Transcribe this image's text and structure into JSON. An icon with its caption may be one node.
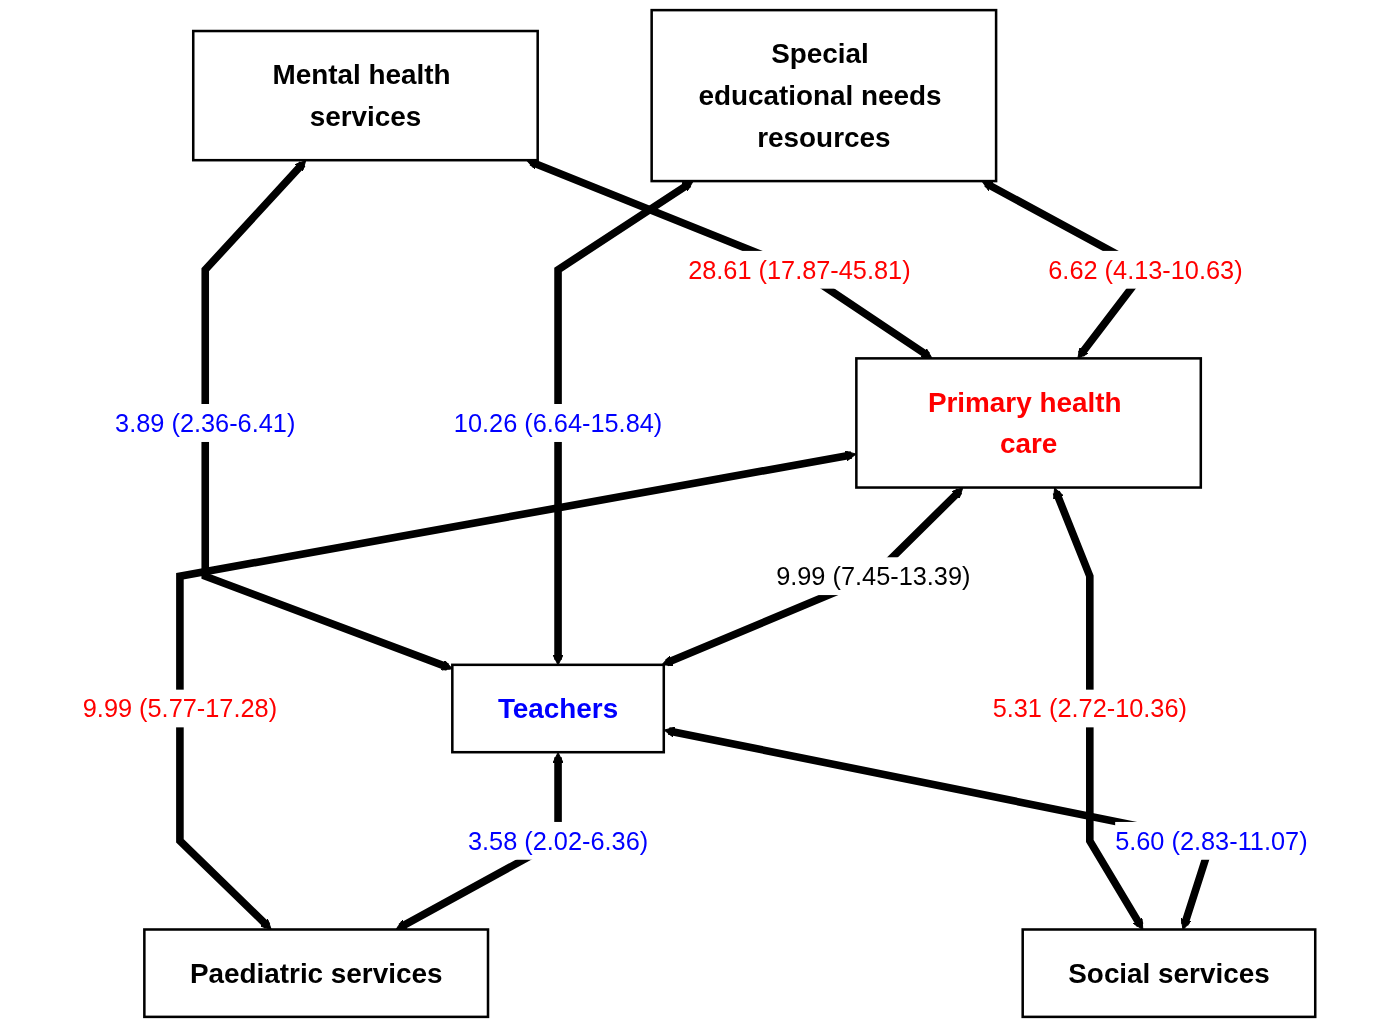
{
  "diagram": {
    "nodes": [
      {
        "text": [
          "Mental health services"
        ]
      },
      {
        "text": [
          "Special educational needs resources"
        ]
      },
      {
        "text": [
          "Primary health care"
        ]
      },
      {
        "text": [
          "Teachers"
        ]
      },
      {
        "text": [
          "Paediatric services"
        ]
      },
      {
        "text": [
          "Social services"
        ]
      }
    ],
    "edges": [
      {
        "from": 0,
        "to": 2,
        "arrow": "both",
        "label": "28.61 (17.87-45.81)"
      },
      {
        "from": 0,
        "to": 3,
        "arrow": "both",
        "label": "3.89 (2.36-6.41)"
      },
      {
        "from": 1,
        "to": 2,
        "arrow": "both",
        "label": "6.62 (4.13-10.63)"
      },
      {
        "from": 1,
        "to": 3,
        "arrow": "both",
        "label": "10.26 (6.64-15.84)"
      },
      {
        "from": 2,
        "to": 3,
        "arrow": "both",
        "label": "9.99 (7.45-13.39)"
      },
      {
        "from": 2,
        "to": 4,
        "arrow": "both",
        "label": "9.99 (5.77-17.28)"
      },
      {
        "from": 4,
        "to": 3,
        "arrow": "both",
        "label": "3.58 (2.02-6.36)"
      },
      {
        "from": 5,
        "to": 2,
        "arrow": "both",
        "label": "5.31 (2.72-10.36)"
      },
      {
        "from": 3,
        "to": 5,
        "arrow": "both",
        "label": "5.60 (2.83-11.07)"
      }
    ]
  }
}
